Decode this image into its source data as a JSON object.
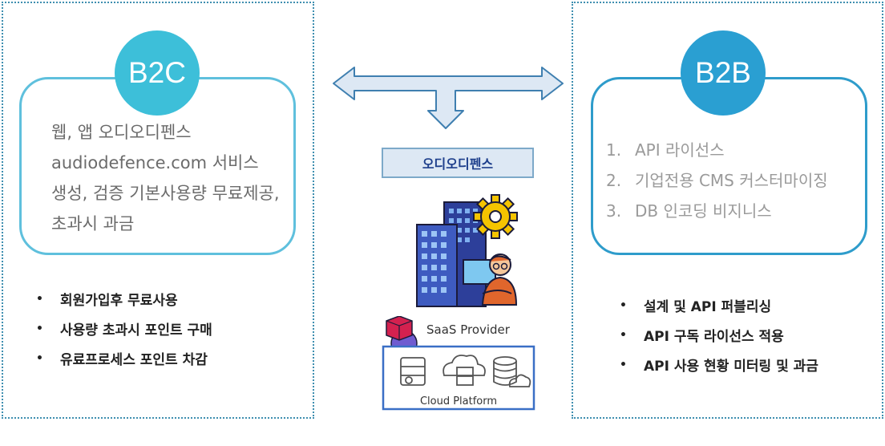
{
  "b2c": {
    "badge": "B2C",
    "description": [
      "웹, 앱 오디오디펜스",
      "audiodefence.com 서비스",
      "생성, 검증 기본사용량 무료제공,",
      "초과시 과금"
    ],
    "bullets": [
      "회원가입후 무료사용",
      "사용량 초과시 포인트 구매",
      "유료프로세스 포인트 차감"
    ]
  },
  "b2b": {
    "badge": "B2B",
    "numbered": [
      {
        "num": "1.",
        "text": "API 라이선스"
      },
      {
        "num": "2.",
        "text": "기업전용 CMS 커스터마이징"
      },
      {
        "num": "3.",
        "text": "DB 인코딩 비지니스"
      }
    ],
    "bullets": [
      "설계 및 API 퍼블리싱",
      "API 구독 라이선스 적용",
      "API 사용 현황 미터링 및 과금"
    ]
  },
  "center": {
    "label": "오디오디펜스",
    "saas_title": "SaaS Provider",
    "cloud_label": "Cloud Platform"
  },
  "colors": {
    "b2c": "#3dbfd9",
    "b2b": "#2a9fd2",
    "panel_border": "#3f8fb0",
    "arrow_fill": "#dde8f4",
    "arrow_stroke": "#3f7fb0"
  },
  "icons": [
    "double-arrow-icon",
    "building-icon",
    "gear-icon",
    "developer-icon",
    "saas-cube-icon",
    "server-icon",
    "cloud-storage-icon",
    "database-cloud-icon"
  ]
}
